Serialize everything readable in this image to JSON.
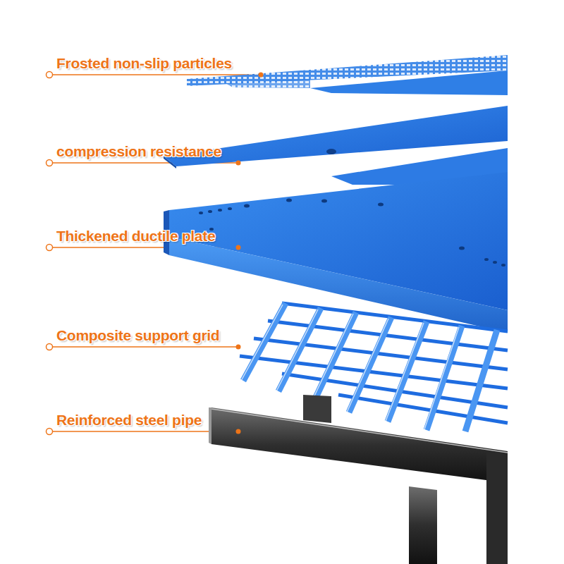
{
  "diagram": {
    "labels": [
      "Frosted non-slip particles",
      "compression resistance",
      "Thickened ductile plate",
      "Composite support grid",
      "Reinforced steel pipe"
    ]
  }
}
